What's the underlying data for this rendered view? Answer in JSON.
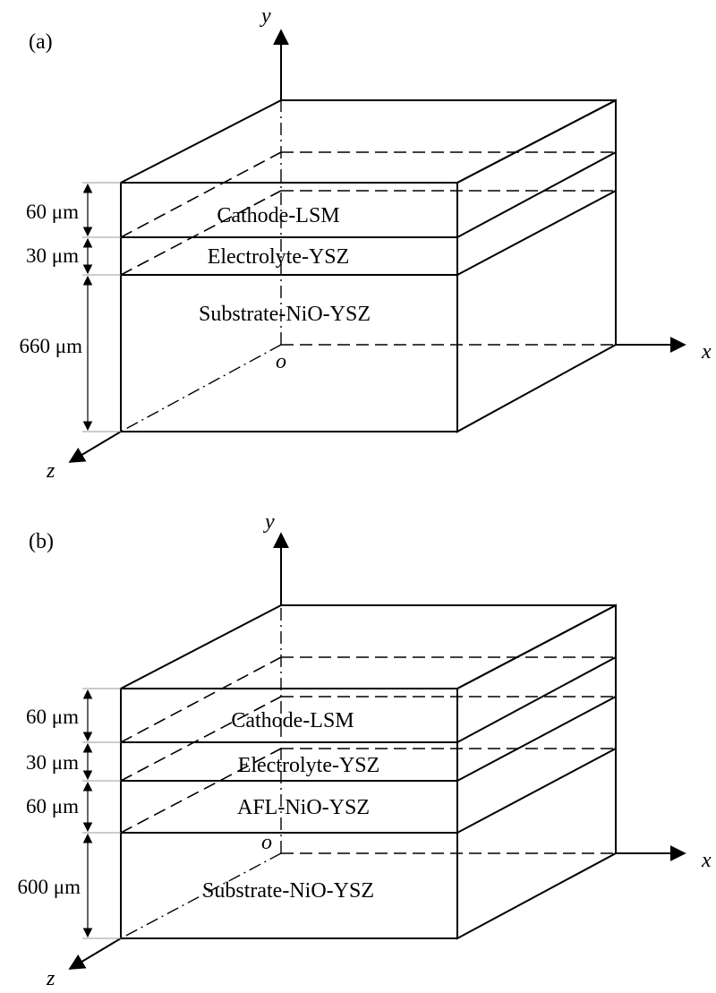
{
  "panels": [
    {
      "id": "a",
      "panel_label": "(a)",
      "axes": {
        "x": "x",
        "y": "y",
        "z": "z",
        "origin": "o"
      },
      "layers": [
        {
          "name": "Cathode-LSM",
          "thickness": "60 μm"
        },
        {
          "name": "Electrolyte-YSZ",
          "thickness": "30 μm"
        },
        {
          "name": "Substrate-NiO-YSZ",
          "thickness": "660 μm"
        }
      ]
    },
    {
      "id": "b",
      "panel_label": "(b)",
      "axes": {
        "x": "x",
        "y": "y",
        "z": "z",
        "origin": "o"
      },
      "layers": [
        {
          "name": "Cathode-LSM",
          "thickness": "60 μm"
        },
        {
          "name": "Electrolyte-YSZ",
          "thickness": "30 μm"
        },
        {
          "name": "AFL-NiO-YSZ",
          "thickness": "60 μm"
        },
        {
          "name": "Substrate-NiO-YSZ",
          "thickness": "600 μm"
        }
      ]
    }
  ]
}
